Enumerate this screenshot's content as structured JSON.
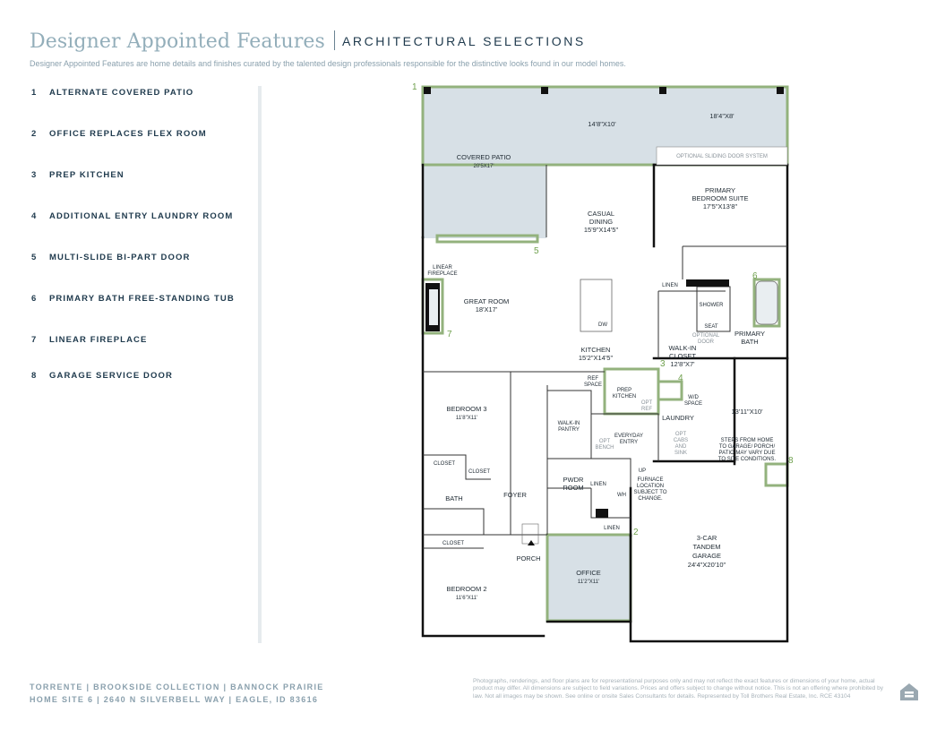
{
  "header": {
    "title": "Designer Appointed Features",
    "subtitle": "ARCHITECTURAL SELECTIONS",
    "intro": "Designer Appointed Features are home details and finishes curated by the talented design professionals responsible for the distinctive looks found in our model homes."
  },
  "features": [
    {
      "num": "1",
      "label": "ALTERNATE COVERED PATIO"
    },
    {
      "num": "2",
      "label": "OFFICE REPLACES FLEX ROOM"
    },
    {
      "num": "3",
      "label": "PREP KITCHEN"
    },
    {
      "num": "4",
      "label": "ADDITIONAL ENTRY LAUNDRY ROOM"
    },
    {
      "num": "5",
      "label": "MULTI-SLIDE BI-PART DOOR"
    },
    {
      "num": "6",
      "label": "PRIMARY BATH FREE-STANDING TUB"
    },
    {
      "num": "7",
      "label": "LINEAR FIREPLACE"
    },
    {
      "num": "8",
      "label": "GARAGE SERVICE DOOR"
    }
  ],
  "plan": {
    "patio_dim_a": "14'8\"X10'",
    "patio_dim_b": "18'4\"X8'",
    "covered_patio": "COVERED PATIO",
    "covered_patio_dim": "20'5X17'",
    "sliding_door": "OPTIONAL SLIDING DOOR SYSTEM",
    "casual_dining": "CASUAL",
    "casual_dining_2": "DINING",
    "casual_dining_dim": "15'9\"X14'5\"",
    "primary_suite": "PRIMARY",
    "primary_suite_2": "BEDROOM SUITE",
    "primary_suite_dim": "17'5\"X13'8\"",
    "linear_fireplace": "LINEAR",
    "linear_fireplace_2": "FIREPLACE",
    "great_room": "GREAT ROOM",
    "great_room_dim": "18'X17'",
    "linen": "LINEN",
    "shower": "SHOWER",
    "seat": "SEAT",
    "optional_door": "OPTIONAL",
    "optional_door_2": "DOOR",
    "primary_bath": "PRIMARY",
    "primary_bath_2": "BATH",
    "dw": "DW",
    "kitchen": "KITCHEN",
    "kitchen_dim": "15'2\"X14'5\"",
    "walkin_closet": "WALK-IN",
    "walkin_closet_2": "CLOSET",
    "walkin_closet_dim": "12'8\"X7'",
    "ref_space": "REF",
    "ref_space_2": "SPACE",
    "prep_kitchen": "PREP",
    "prep_kitchen_2": "KITCHEN",
    "opt_ref": "OPT",
    "opt_ref_2": "REF",
    "wd_space": "W/D",
    "wd_space_2": "SPACE",
    "laundry": "LAUNDRY",
    "bedroom3": "BEDROOM 3",
    "bedroom3_dim": "11'8\"X11'",
    "walkin_pantry": "WALK-IN",
    "walkin_pantry_2": "PANTRY",
    "opt_bench": "OPT",
    "opt_bench_2": "BENCH",
    "everyday_entry": "EVERYDAY",
    "everyday_entry_2": "ENTRY",
    "opt_cabs": "OPT",
    "opt_cabs_2": "CABS",
    "opt_cabs_3": "AND",
    "opt_cabs_4": "SINK",
    "extra_dim": "13'11\"X10'",
    "steps_note_1": "STEPS FROM HOME",
    "steps_note_2": "TO GARAGE/ PORCH/",
    "steps_note_3": "PATIO MAY VARY DUE",
    "steps_note_4": "TO SITE CONDITIONS.",
    "closet": "CLOSET",
    "bath": "BATH",
    "foyer": "FOYER",
    "pwdr": "PWDR",
    "pwdr_2": "ROOM",
    "wh": "WH",
    "up": "UP",
    "furnace_1": "FURNACE",
    "furnace_2": "LOCATION",
    "furnace_3": "SUBJECT TO",
    "furnace_4": "CHANGE.",
    "porch": "PORCH",
    "office": "OFFICE",
    "office_dim": "11'2\"X11'",
    "bedroom2": "BEDROOM 2",
    "bedroom2_dim": "11'6\"X11'",
    "garage_1": "3-CAR",
    "garage_2": "TANDEM",
    "garage_3": "GARAGE",
    "garage_dim": "24'4\"X20'10\""
  },
  "footer": {
    "line1": "TORRENTE  |  BROOKSIDE COLLECTION  |  BANNOCK PRAIRIE",
    "line2": "HOME SITE 6  |  2640 N SILVERBELL WAY  |  EAGLE, ID 83616",
    "disclaimer": "Photographs, renderings, and floor plans are for representational purposes only and may not reflect the exact features or dimensions of your home, actual product may differ. All dimensions are subject to field variations. Prices and offers subject to change without notice. This is not an offering where prohibited by law. Not all images may be shown. See online or onsite Sales Consultants for details. Represented by Toll Brothers Real Estate, Inc. RCE 43104",
    "logo_icon": "equal-housing-opportunity-icon"
  },
  "colors": {
    "title": "#93aeba",
    "text_dark": "#1f3a4d",
    "highlight_green": "#93b27d",
    "room_fill": "#d7e0e6",
    "wall": "#111111"
  }
}
